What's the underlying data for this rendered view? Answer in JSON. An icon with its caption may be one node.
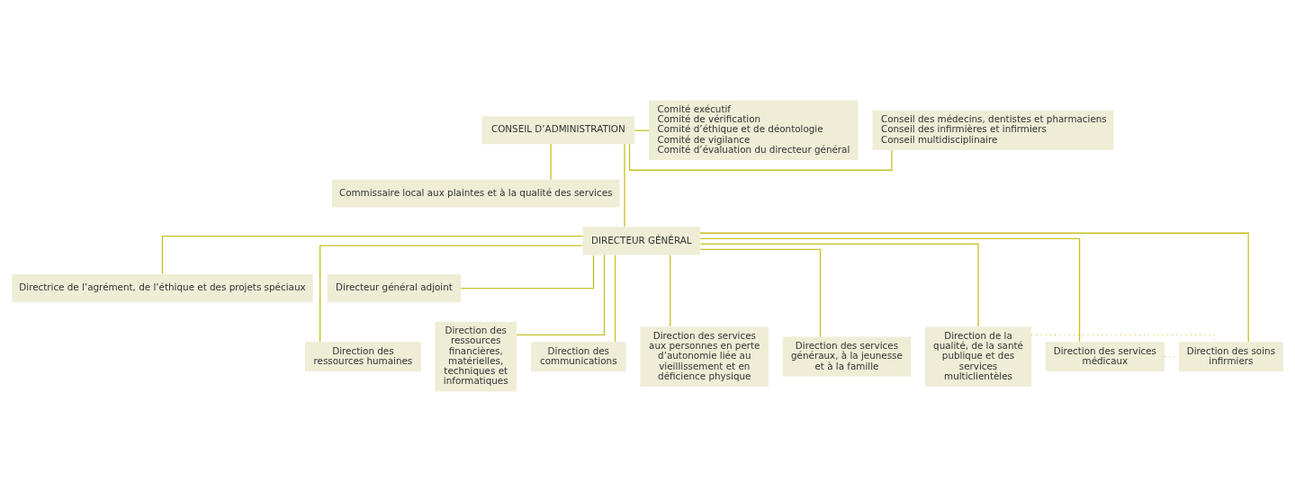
{
  "diagram": {
    "nodes": [
      {
        "text": [
          "CONSEIL D’ADMINISTRATION"
        ]
      },
      {
        "text": [
          "Conseil des médecins, dentistes et pharmaciens",
          "Conseil des infirmières et infirmiers",
          "Conseil multidisciplinaire"
        ]
      },
      {
        "text": [
          "Comité exécutif",
          "Comité de vérification",
          "Comité d’éthique et de déontologie",
          "Comité de vigilance",
          "Comité d’évaluation du directeur général"
        ]
      },
      {
        "text": [
          "Commissaire local aux plaintes et à la qualité des services"
        ]
      },
      {
        "text": [
          "DIRECTEUR GÉNÉRAL"
        ]
      },
      {
        "text": [
          "Directrice de l’agrément, de l’éthique et des projets spéciaux"
        ]
      },
      {
        "text": [
          "Directeur général adjoint"
        ]
      },
      {
        "text": [
          "Direction des ressources humaines"
        ]
      },
      {
        "text": [
          "Direction des ressources financières, matérielles, techniques et informatiques"
        ]
      },
      {
        "text": [
          "Direction des communications"
        ]
      },
      {
        "text": [
          "Direction des services aux personnes en perte d’autonomie liée au vieillissement et en déficience physique"
        ]
      },
      {
        "text": [
          "Direction des services généraux, à la jeunesse et à la famille"
        ]
      },
      {
        "text": [
          "Direction de la qualité, de la santé publique et des services multiclientèles"
        ]
      },
      {
        "text": [
          "Direction des services médicaux"
        ]
      },
      {
        "text": [
          "Direction des soins infirmiers"
        ]
      }
    ],
    "edges": [
      {
        "from": 0,
        "to": 1,
        "arrow": "none"
      },
      {
        "from": 0,
        "to": 2,
        "arrow": "none"
      },
      {
        "from": 0,
        "to": 3,
        "arrow": "none"
      },
      {
        "from": 0,
        "to": 4,
        "arrow": "none"
      },
      {
        "from": 4,
        "to": 5,
        "arrow": "none"
      },
      {
        "from": 4,
        "to": 6,
        "arrow": "none"
      },
      {
        "from": 4,
        "to": 7,
        "arrow": "none"
      },
      {
        "from": 4,
        "to": 8,
        "arrow": "none"
      },
      {
        "from": 4,
        "to": 9,
        "arrow": "none"
      },
      {
        "from": 4,
        "to": 10,
        "arrow": "none"
      },
      {
        "from": 4,
        "to": 11,
        "arrow": "none"
      },
      {
        "from": 4,
        "to": 12,
        "arrow": "none"
      },
      {
        "from": 4,
        "to": 13,
        "arrow": "none"
      },
      {
        "from": 4,
        "to": 14,
        "arrow": "none"
      },
      {
        "from": 13,
        "to": 14,
        "arrow": "none",
        "style": "dashed"
      },
      {
        "from": 12,
        "to": 14,
        "arrow": "none",
        "style": "dashed"
      }
    ]
  }
}
